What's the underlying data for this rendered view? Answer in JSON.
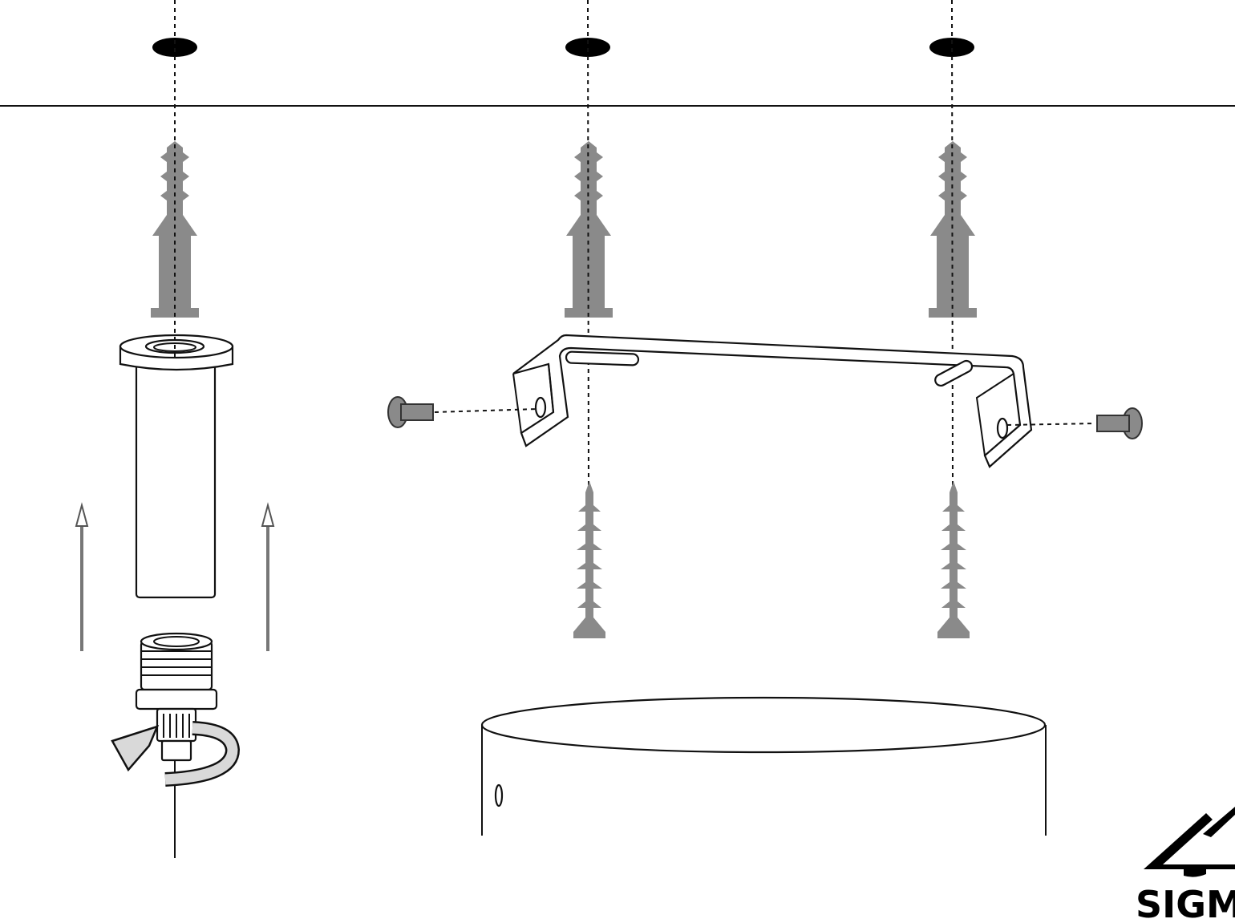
{
  "brand": {
    "name": "SIGMA",
    "visible_text": "SIGM"
  },
  "colors": {
    "ink": "#111111",
    "part_gray": "#8a8a8a",
    "arrow_gray": "#777777",
    "background": "#ffffff"
  },
  "parts": {
    "ceiling_holes": 3,
    "wall_plugs": 3,
    "mounting_screws": 2,
    "side_bolts": 2
  },
  "icons": {
    "rotate": "rotate-arrow-icon",
    "up_arrow": "up-arrow-icon"
  }
}
